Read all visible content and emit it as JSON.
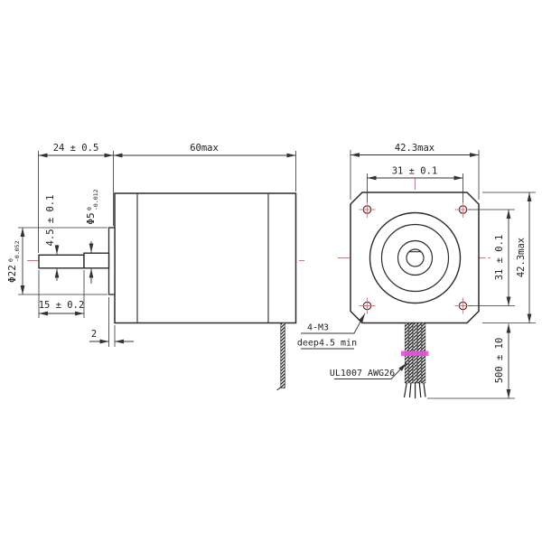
{
  "drawing": {
    "type": "stepper-motor-dimension-drawing",
    "colors": {
      "line": "#2b2b2b",
      "dimension": "#333333",
      "centerline_red": "#e86a6a",
      "cable_band_magenta": "#e551dd"
    },
    "side_view": {
      "dim_shaft_length": "24 ± 0.5",
      "dim_body_length": "60max",
      "dim_flat_height": "4.5 ± 0.1",
      "shaft_diameter": {
        "base": "Φ5",
        "sup": "0",
        "sub": "-0.012"
      },
      "boss_diameter": {
        "base": "Φ22",
        "sup": "0",
        "sub": "-0.052"
      },
      "dim_flat_length": "15 ± 0.2",
      "dim_boss_depth": "2"
    },
    "front_view": {
      "dim_width_max": "42.3max",
      "dim_hole_spacing_horizontal": "31 ± 0.1",
      "dim_hole_spacing_vertical": "31 ± 0.1",
      "dim_height_max": "42.3max",
      "dim_lead_length": "500 ± 10",
      "mounting_hole_note_line1": "4-M3",
      "mounting_hole_note_line2": "deep4.5 min",
      "lead_wire_note": "UL1007 AWG26"
    }
  }
}
